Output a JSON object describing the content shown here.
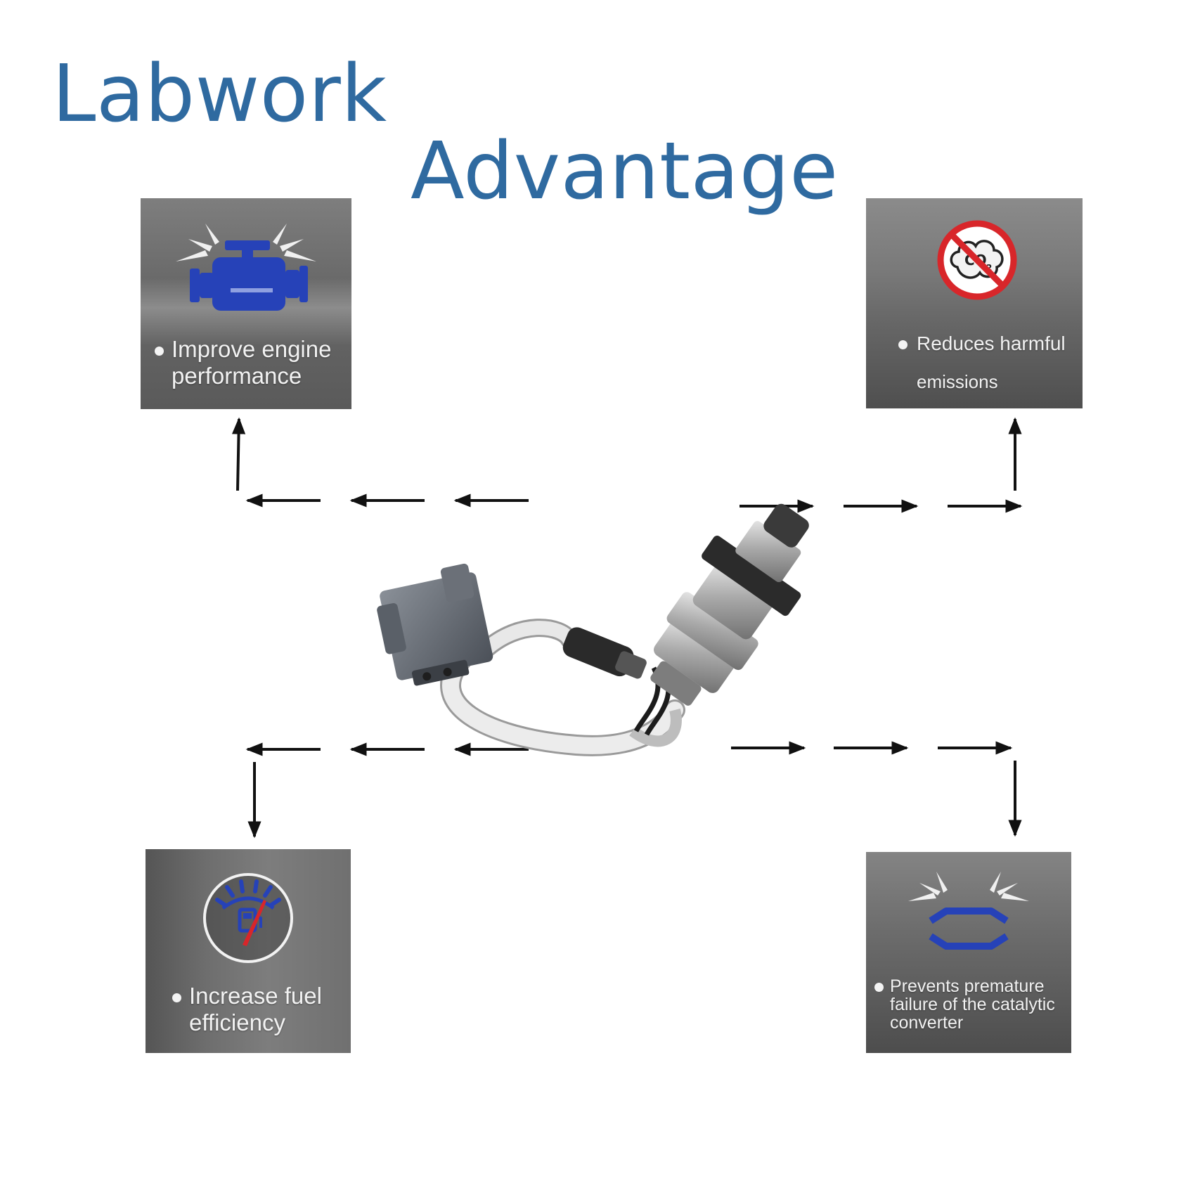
{
  "header": {
    "brand": "Labwork",
    "headline": "Advantage"
  },
  "colors": {
    "heading": "#2f6aa0",
    "icon_blue": "#2642b8",
    "no_sign_red": "#d8262a",
    "arrow": "#111111",
    "card_text": "#f2f2f2"
  },
  "benefits": [
    {
      "id": "engine",
      "icon": "engine-icon",
      "lines": [
        "Improve engine",
        "performance"
      ]
    },
    {
      "id": "emissions",
      "icon": "no-co2-icon",
      "lines": [
        "Reduces harmful",
        "emissions"
      ],
      "co2_label": "CO",
      "co2_sub": "2"
    },
    {
      "id": "fuel",
      "icon": "fuel-gauge-icon",
      "lines": [
        "Increase fuel",
        "efficiency"
      ]
    },
    {
      "id": "catalytic",
      "icon": "catalytic-converter-icon",
      "lines": [
        "Prevents premature",
        "failure of the catalytic",
        "converter"
      ]
    }
  ],
  "center_product": {
    "icon": "oxygen-sensor-icon"
  }
}
